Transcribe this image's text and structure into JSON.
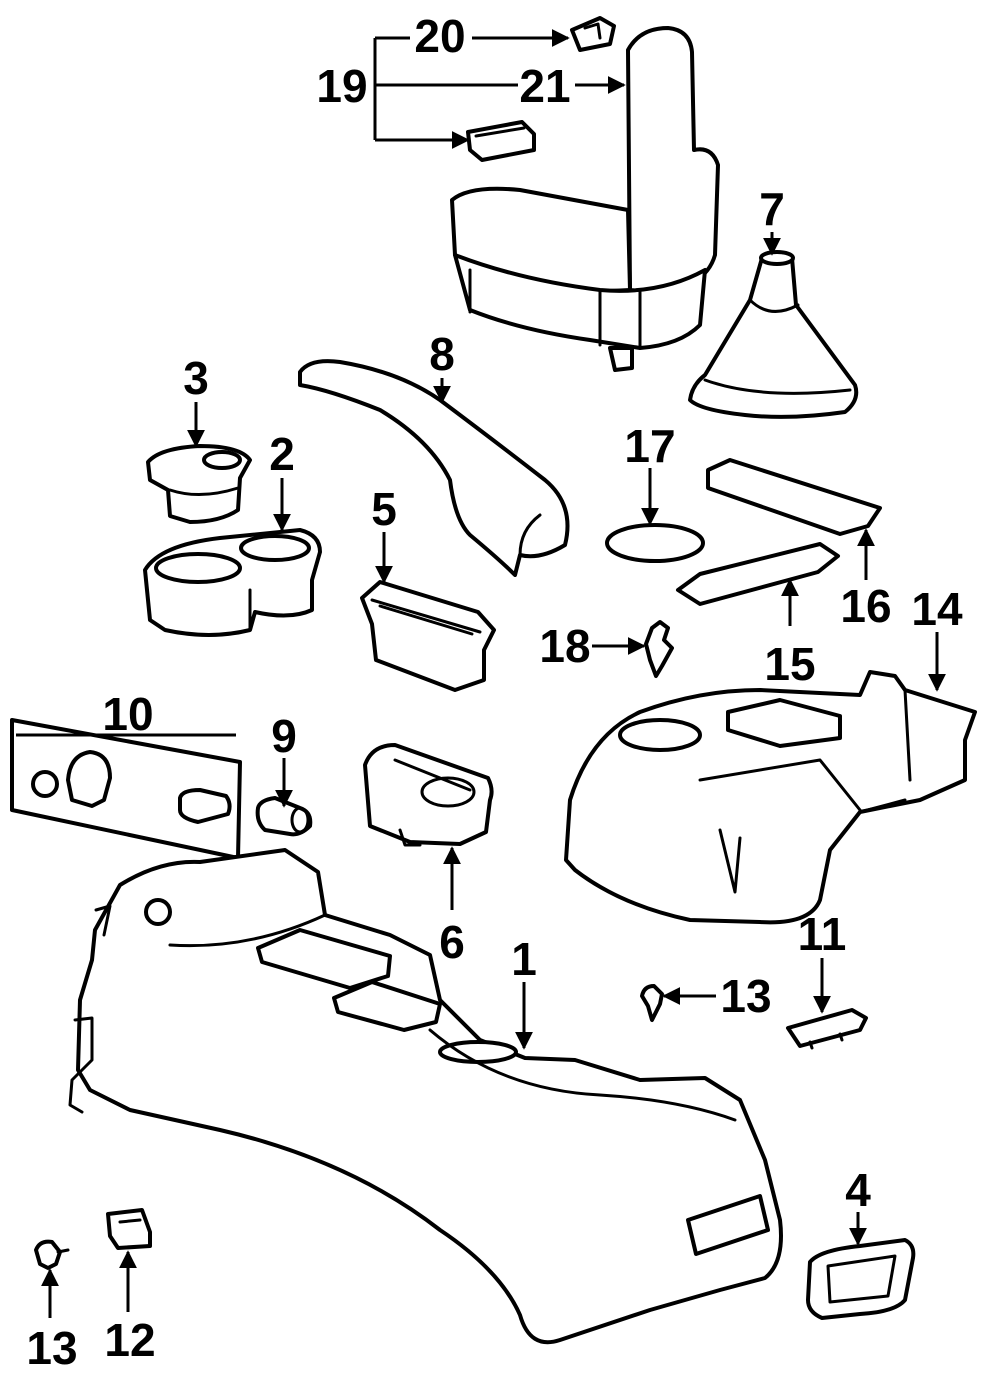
{
  "diagram": {
    "labels": {
      "p1": "1",
      "p2": "2",
      "p3": "3",
      "p4": "4",
      "p5": "5",
      "p6": "6",
      "p7": "7",
      "p8": "8",
      "p9": "9",
      "p10": "10",
      "p11": "11",
      "p12": "12",
      "p13a": "13",
      "p13b": "13",
      "p14": "14",
      "p15": "15",
      "p16": "16",
      "p17": "17",
      "p18": "18",
      "p19": "19",
      "p20": "20",
      "p21": "21"
    },
    "colors": {
      "line": "#000000",
      "background": "#ffffff"
    }
  }
}
